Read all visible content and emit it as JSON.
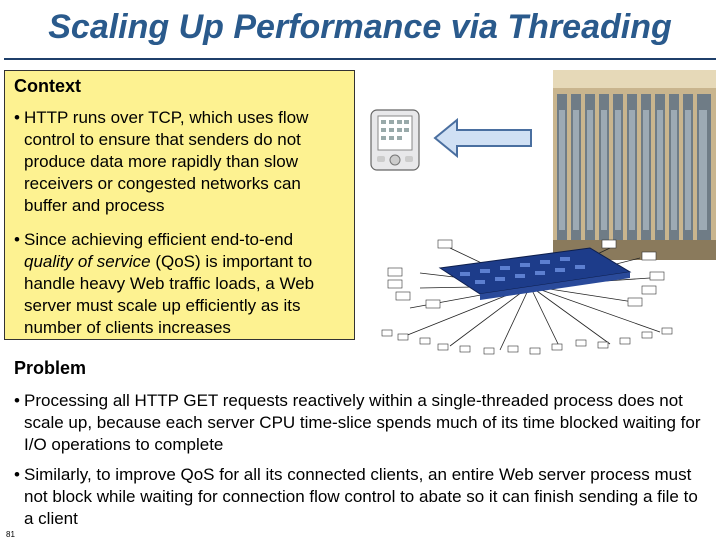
{
  "slide": {
    "title": "Scaling Up Performance via Threading",
    "page_number": "81"
  },
  "context": {
    "heading": "Context",
    "bullets": [
      "HTTP runs over TCP, which uses flow control to ensure that senders do not produce data more rapidly than slow receivers or congested networks can buffer and process",
      {
        "before": "Since achieving efficient end-to-end ",
        "emph": "quality of service",
        "after": " (QoS) is important to handle heavy Web traffic loads, a Web server must scale up efficiently as its number of clients increases"
      }
    ]
  },
  "problem": {
    "heading": "Problem",
    "bullets": [
      "Processing all HTTP GET requests reactively within a single-threaded process does not scale up, because each server CPU time-slice spends much of its time blocked waiting for I/O operations to complete",
      "Similarly, to improve QoS for all its connected clients, an entire Web server process must not block while waiting for connection flow control to abate so it can finish sending a file to a client"
    ]
  },
  "colors": {
    "title": "#2a5a8c",
    "context_bg": "#fdf291",
    "arrow_fill": "#d0e0f4",
    "arrow_stroke": "#4a6fa0"
  },
  "icons": [
    "pda-icon",
    "left-arrow-icon",
    "server-rack-photo",
    "network-diagram"
  ]
}
